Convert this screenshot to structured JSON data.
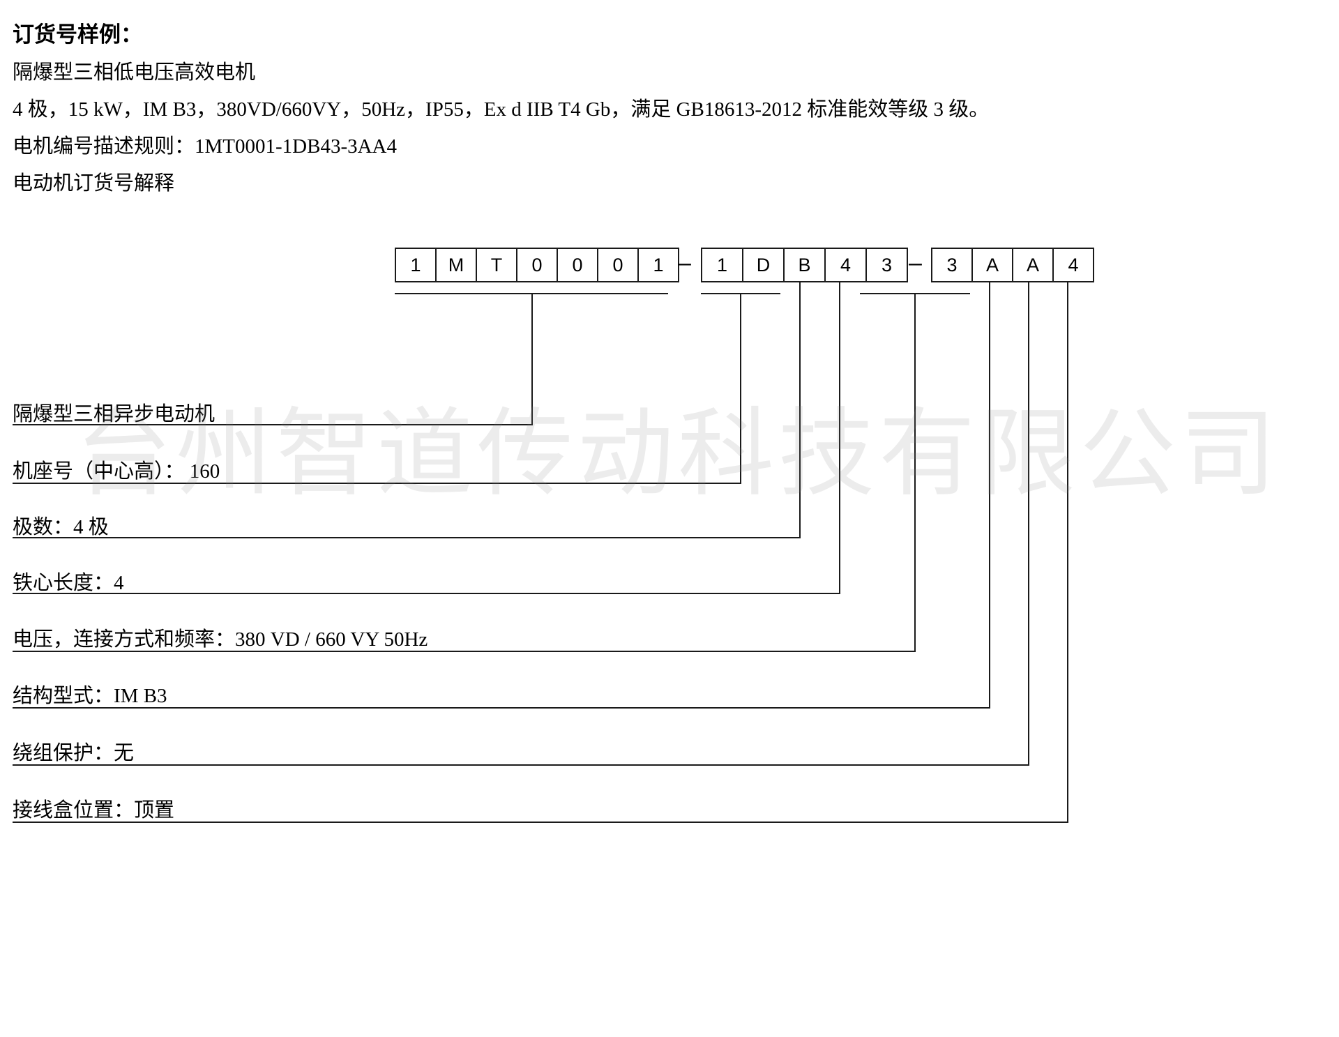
{
  "header": {
    "title": "订货号样例：",
    "line1": "隔爆型三相低电压高效电机",
    "line2": "4 极，15 kW，IM B3，380VD/660VY，50Hz，IP55，Ex d IIB T4 Gb，满足 GB18613-2012 标准能效等级 3 级。",
    "line3": "电机编号描述规则：1MT0001-1DB43-3AA4",
    "line4": "电动机订货号解释"
  },
  "code": {
    "group1": [
      "1",
      "M",
      "T",
      "0",
      "0",
      "0",
      "1"
    ],
    "group2": [
      "1",
      "D",
      "B",
      "4",
      "3"
    ],
    "group3": [
      "3",
      "A",
      "A",
      "4"
    ],
    "separator": "–"
  },
  "legend": [
    {
      "label": "隔爆型三相异步电动机"
    },
    {
      "label": "机座号（中心高）： 160"
    },
    {
      "label": "极数：4 极"
    },
    {
      "label": "铁心长度：4"
    },
    {
      "label": "电压，连接方式和频率：380 VD / 660 VY 50Hz"
    },
    {
      "label": "结构型式：IM B3"
    },
    {
      "label": "绕组保护：无"
    },
    {
      "label": "接线盒位置：顶置"
    }
  ],
  "watermark": "台州智道传动科技有限公司"
}
